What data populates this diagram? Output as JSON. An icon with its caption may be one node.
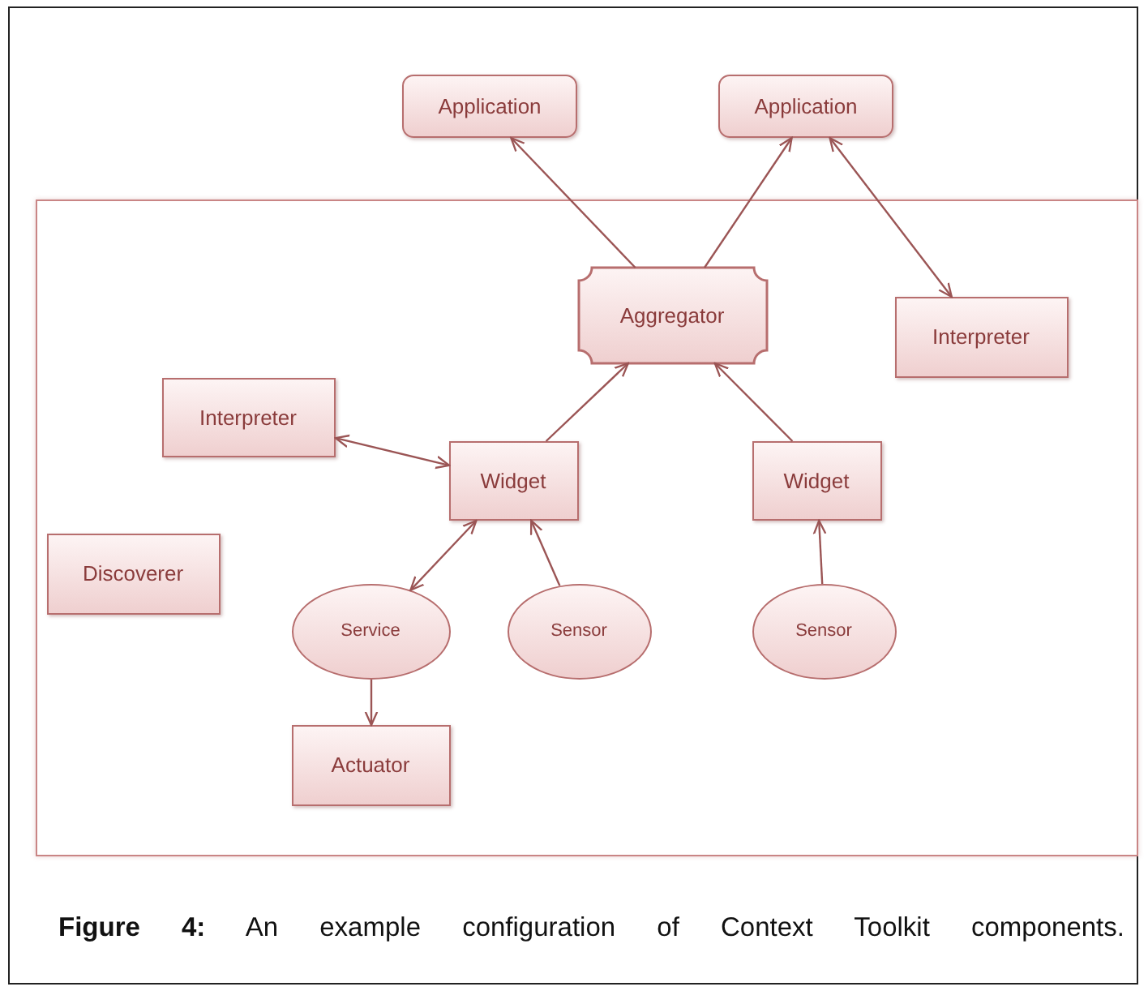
{
  "diagram": {
    "caption": "**Figure 4:** An example configuration of Context Toolkit components.",
    "nodes": [
      {
        "text": [
          "Application"
        ]
      },
      {
        "text": [
          "Application"
        ]
      },
      {
        "text": [],
        "shape": "box"
      },
      {
        "text": [
          "Aggregator"
        ],
        "in": 2
      },
      {
        "text": [
          "Interpreter"
        ],
        "in": 2
      },
      {
        "text": [
          "Interpreter"
        ],
        "in": 2
      },
      {
        "text": [
          "Widget"
        ],
        "in": 2
      },
      {
        "text": [
          "Widget"
        ],
        "in": 2
      },
      {
        "text": [
          "Discoverer"
        ],
        "in": 2
      },
      {
        "text": [
          "Service"
        ],
        "in": 2
      },
      {
        "text": [
          "Sensor"
        ],
        "in": 2
      },
      {
        "text": [
          "Sensor"
        ],
        "in": 2
      },
      {
        "text": [
          "Actuator"
        ],
        "in": 2
      }
    ],
    "edges": [
      {
        "from": 3,
        "to": 0,
        "arrow": "to"
      },
      {
        "from": 3,
        "to": 1,
        "arrow": "to"
      },
      {
        "from": 1,
        "to": 4,
        "arrow": "both"
      },
      {
        "from": 6,
        "to": 3,
        "arrow": "to"
      },
      {
        "from": 7,
        "to": 3,
        "arrow": "to"
      },
      {
        "from": 5,
        "to": 6,
        "arrow": "both"
      },
      {
        "from": 6,
        "to": 9,
        "arrow": "both"
      },
      {
        "from": 10,
        "to": 6,
        "arrow": "to"
      },
      {
        "from": 11,
        "to": 7,
        "arrow": "to"
      },
      {
        "from": 9,
        "to": 12,
        "arrow": "to"
      }
    ]
  }
}
